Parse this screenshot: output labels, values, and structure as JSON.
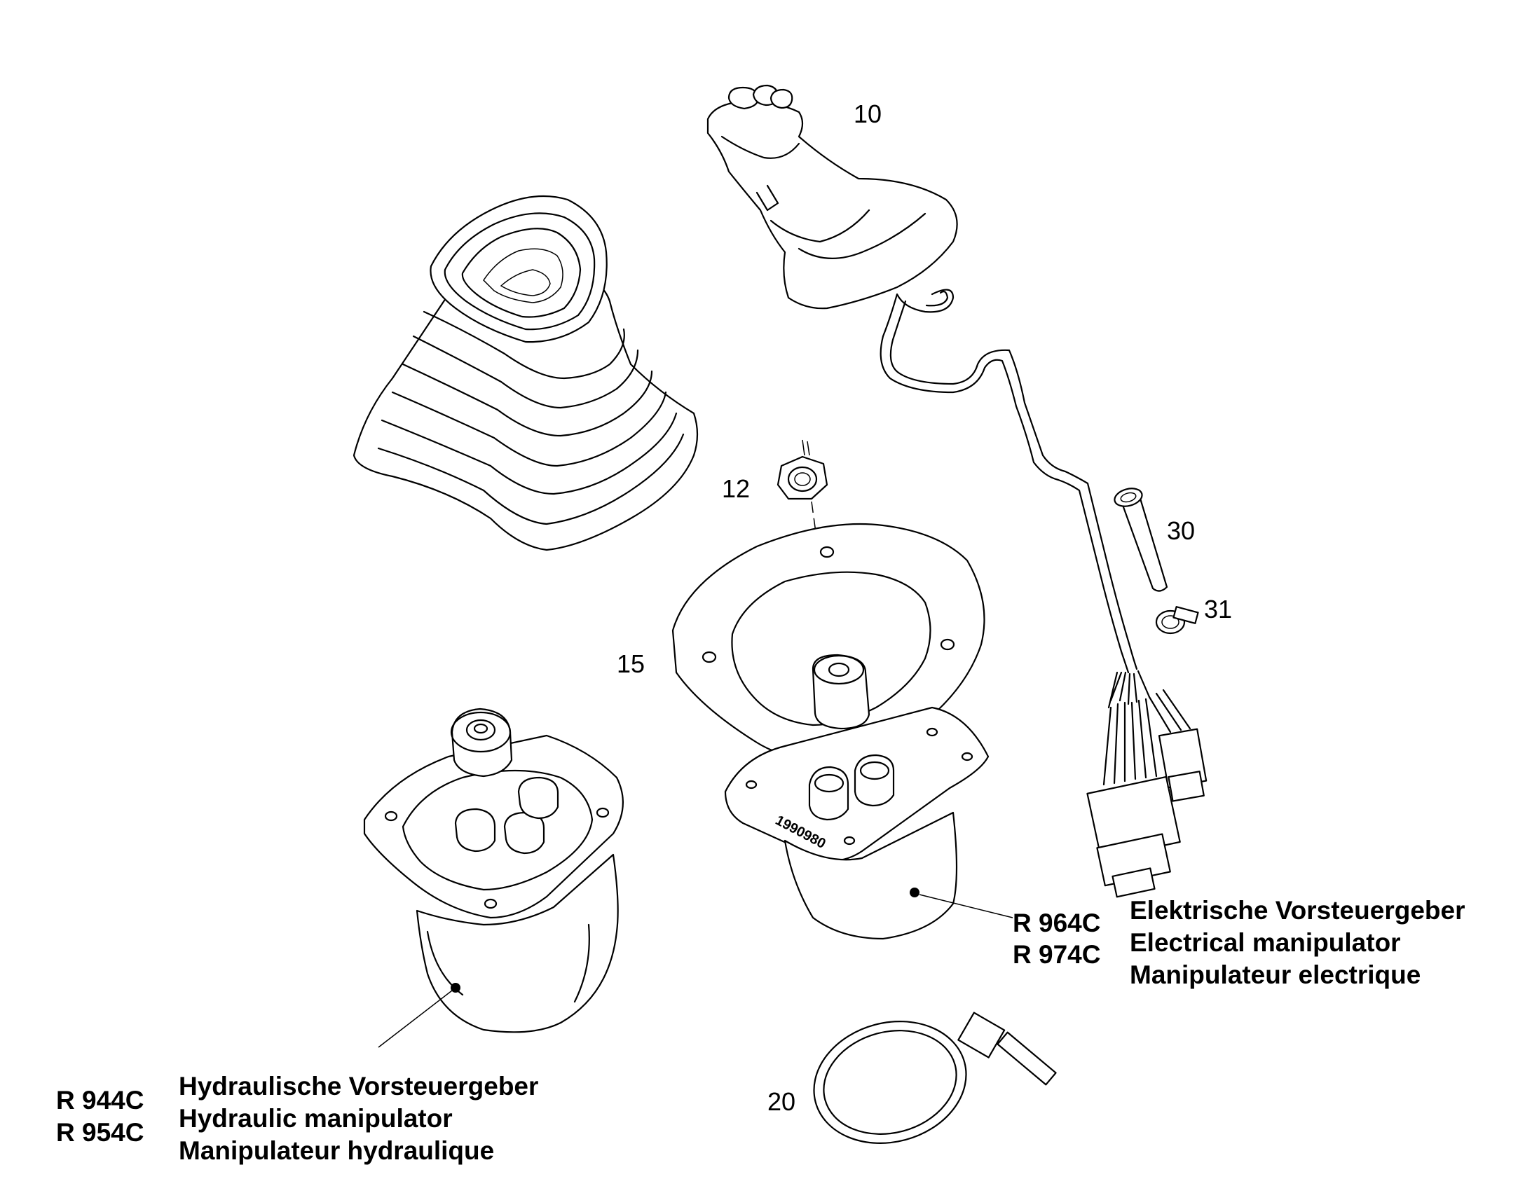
{
  "callouts": {
    "c10": "10",
    "c12": "12",
    "c15": "15",
    "c20": "20",
    "c30": "30",
    "c31": "31"
  },
  "hydraulic": {
    "models": [
      "R 944C",
      "R 954C"
    ],
    "lines": [
      "Hydraulische Vorsteuergeber",
      "Hydraulic manipulator",
      "Manipulateur hydraulique"
    ]
  },
  "electrical": {
    "models": [
      "R 964C",
      "R 974C"
    ],
    "lines": [
      "Elektrische Vorsteuergeber",
      "Electrical manipulator",
      "Manipulateur electrique"
    ]
  },
  "imprint": "1990980"
}
